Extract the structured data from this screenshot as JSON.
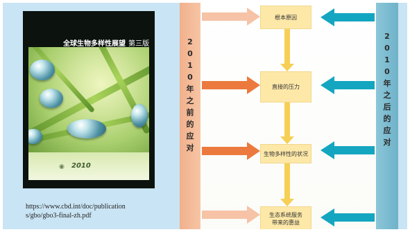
{
  "cover": {
    "title": "全球生物多样性展望",
    "edition": "第三版",
    "logo_text": "2010"
  },
  "source_url_line1": "https://www.cbd.int/doc/publication",
  "source_url_line2": "s/gbo/gbo3-final-zh.pdf",
  "left_vertical_label": "2010年之前的应对",
  "right_vertical_label": "2010年之后的应对",
  "boxes": {
    "root_causes": "根本原因",
    "direct_pressures": "直接的压力",
    "biodiversity_state": "生物多样性的状况",
    "ecosystem_services_line1": "生态系统服务",
    "ecosystem_services_line2": "带来的惠益"
  },
  "colors": {
    "orange_arrow": "#ec7a3e",
    "pale_orange_arrow": "#f6c3a6",
    "blue_arrow": "#14a6c0",
    "box_fill": "#fde8a8",
    "down_arrow": "#f6cf55"
  }
}
